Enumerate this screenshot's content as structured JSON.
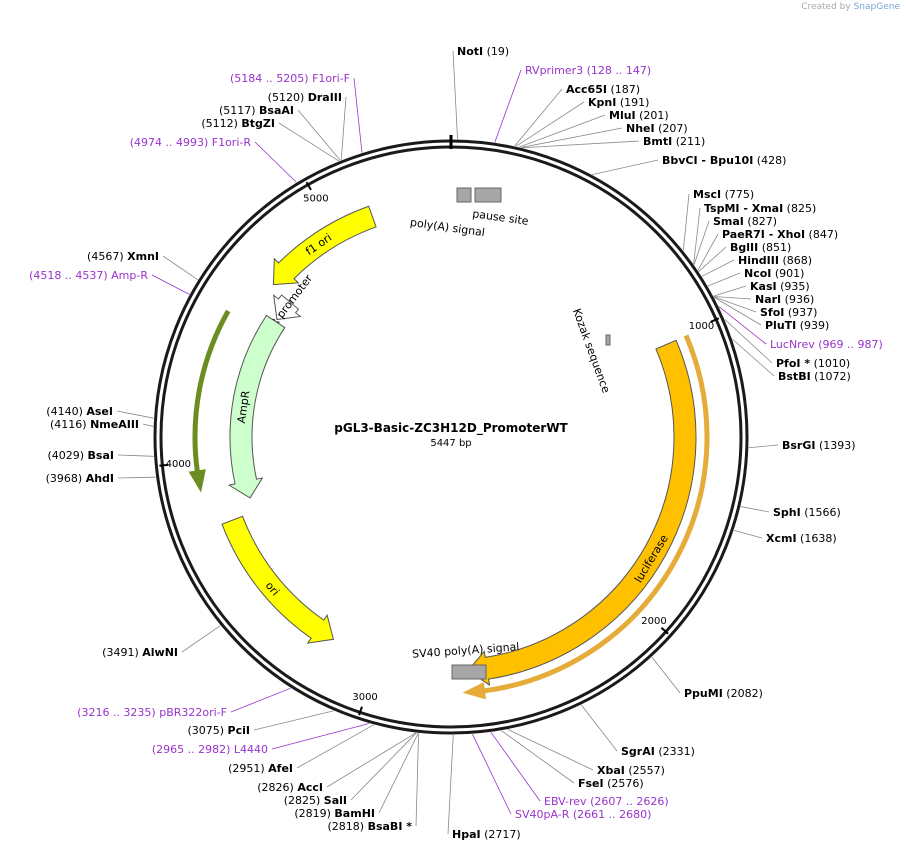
{
  "credit": {
    "prefix": "Created by",
    "brand": "SnapGene"
  },
  "plasmid": {
    "name": "pGL3-Basic-ZC3H12D_PromoterWT",
    "length": "5447 bp",
    "bp": 5447
  },
  "colors": {
    "feature_yellow": "#ffff00",
    "feature_orange": "#ffc000",
    "feature_green": "#ccffcc",
    "primer_purple": "#9933cc",
    "enzyme_black": "#000000",
    "terminator_gray": "#a6a6a6"
  },
  "ticks": [
    {
      "pos": 1000,
      "label": "1000"
    },
    {
      "pos": 2000,
      "label": "2000"
    },
    {
      "pos": 3000,
      "label": "3000"
    },
    {
      "pos": 4000,
      "label": "4000"
    },
    {
      "pos": 5000,
      "label": "5000"
    }
  ],
  "features": [
    {
      "name": "f1 ori",
      "start": 4700,
      "end": 5150,
      "direction": "ccw",
      "color": "#ffff00",
      "track": 0
    },
    {
      "name": "AmpR promoter",
      "start": 4600,
      "end": 4690,
      "direction": "ccw",
      "color": "#ffffff",
      "track": 1
    },
    {
      "name": "AmpR",
      "start": 3830,
      "end": 4590,
      "direction": "ccw",
      "color": "#ccffcc",
      "track": 1
    },
    {
      "name": "ori",
      "start": 3180,
      "end": 3770,
      "direction": "ccw",
      "color": "#ffff00",
      "track": 0
    },
    {
      "name": "luciferase",
      "start": 1010,
      "end": 2660,
      "direction": "cw",
      "color": "#ffc000",
      "track": 0
    }
  ],
  "primer_tracks": [
    {
      "start": 1010,
      "end": 2680,
      "direction": "cw",
      "color": "#e6ac3a"
    },
    {
      "start": 3900,
      "end": 4530,
      "direction": "ccw",
      "color": "#6b8e23"
    }
  ],
  "small_features": [
    {
      "name": "poly(A) signal",
      "pos": 5300
    },
    {
      "name": "pause site",
      "pos": 5390
    },
    {
      "name": "Kozak sequence",
      "pos": 1000
    },
    {
      "name": "SV40 poly(A) signal",
      "pos": 2720
    }
  ],
  "enzymes_right": [
    {
      "name": "NotI",
      "coord": "(19)"
    },
    {
      "name": "Acc65I",
      "coord": "(187)"
    },
    {
      "name": "KpnI",
      "coord": "(191)"
    },
    {
      "name": "MluI",
      "coord": "(201)"
    },
    {
      "name": "NheI",
      "coord": "(207)"
    },
    {
      "name": "BmtI",
      "coord": "(211)"
    },
    {
      "name": "BbvCI - Bpu10I",
      "coord": "(428)"
    },
    {
      "name": "MscI",
      "coord": "(775)"
    },
    {
      "name": "TspMI - XmaI",
      "coord": "(825)"
    },
    {
      "name": "SmaI",
      "coord": "(827)"
    },
    {
      "name": "PaeR7I - XhoI",
      "coord": "(847)"
    },
    {
      "name": "BglII",
      "coord": "(851)"
    },
    {
      "name": "HindIII",
      "coord": "(868)"
    },
    {
      "name": "NcoI",
      "coord": "(901)"
    },
    {
      "name": "KasI",
      "coord": "(935)"
    },
    {
      "name": "NarI",
      "coord": "(936)"
    },
    {
      "name": "SfoI",
      "coord": "(937)"
    },
    {
      "name": "PluTI",
      "coord": "(939)"
    },
    {
      "name": "PfoI *",
      "coord": "(1010)"
    },
    {
      "name": "BstBI",
      "coord": "(1072)"
    },
    {
      "name": "BsrGI",
      "coord": "(1393)"
    },
    {
      "name": "SphI",
      "coord": "(1566)"
    },
    {
      "name": "XcmI",
      "coord": "(1638)"
    },
    {
      "name": "PpuMI",
      "coord": "(2082)"
    },
    {
      "name": "SgrAI",
      "coord": "(2331)"
    },
    {
      "name": "XbaI",
      "coord": "(2557)"
    },
    {
      "name": "FseI",
      "coord": "(2576)"
    },
    {
      "name": "HpaI",
      "coord": "(2717)"
    }
  ],
  "enzymes_left": [
    {
      "name": "DraIII",
      "coord": "(5120)"
    },
    {
      "name": "BsaAI",
      "coord": "(5117)"
    },
    {
      "name": "BtgZI",
      "coord": "(5112)"
    },
    {
      "name": "XmnI",
      "coord": "(4567)"
    },
    {
      "name": "AseI",
      "coord": "(4140)"
    },
    {
      "name": "NmeAIII",
      "coord": "(4116)"
    },
    {
      "name": "BsaI",
      "coord": "(4029)"
    },
    {
      "name": "AhdI",
      "coord": "(3968)"
    },
    {
      "name": "AlwNI",
      "coord": "(3491)"
    },
    {
      "name": "PciI",
      "coord": "(3075)"
    },
    {
      "name": "AfeI",
      "coord": "(2951)"
    },
    {
      "name": "AccI",
      "coord": "(2826)"
    },
    {
      "name": "SalI",
      "coord": "(2825)"
    },
    {
      "name": "BamHI",
      "coord": "(2819)"
    },
    {
      "name": "BsaBI *",
      "coord": "(2818)"
    }
  ],
  "primers": [
    {
      "label": "RVprimer3",
      "coord": "(128 .. 147)"
    },
    {
      "label": "F1ori-F",
      "coord": "(5184 .. 5205)"
    },
    {
      "label": "F1ori-R",
      "coord": "(4974 .. 4993)"
    },
    {
      "label": "Amp-R",
      "coord": "(4518 .. 4537)"
    },
    {
      "label": "LucNrev",
      "coord": "(969 .. 987)"
    },
    {
      "label": "pBR322ori-F",
      "coord": "(3216 .. 3235)"
    },
    {
      "label": "L4440",
      "coord": "(2965 .. 2982)"
    },
    {
      "label": "EBV-rev",
      "coord": "(2607 .. 2626)"
    },
    {
      "label": "SV40pA-R",
      "coord": "(2661 .. 2680)"
    }
  ]
}
